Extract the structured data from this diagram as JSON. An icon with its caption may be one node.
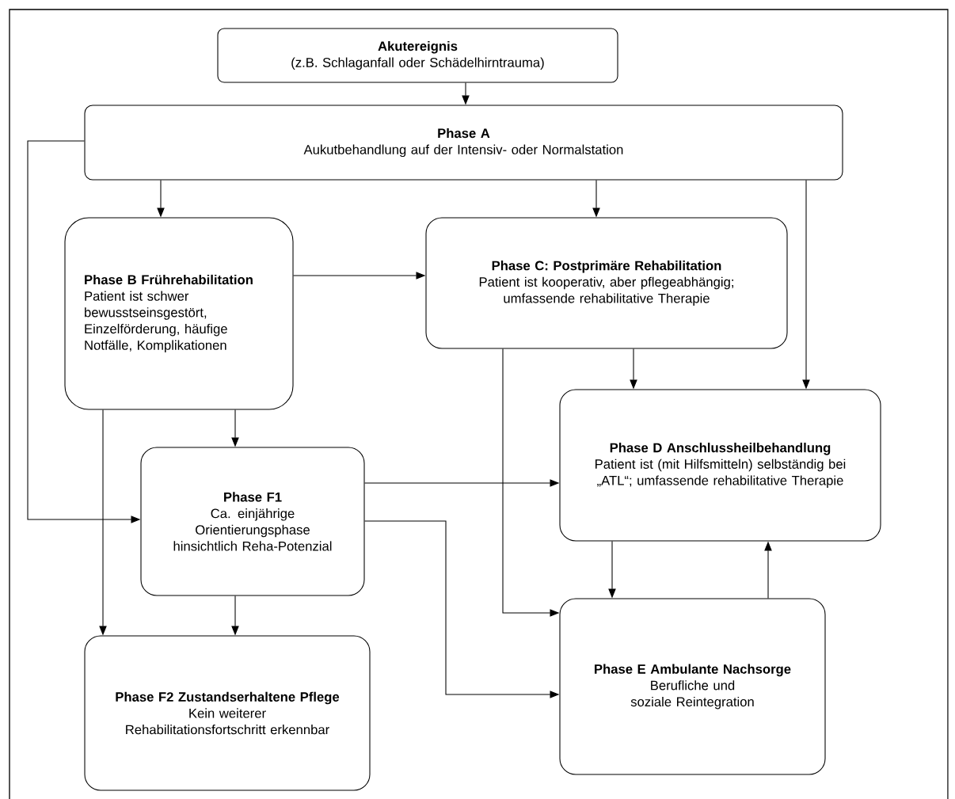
{
  "diagram": {
    "nodes": [
      {
        "text": [
          "Akutereignis",
          "(z.B. Schlaganfall oder Schädelhirntrauma)"
        ]
      },
      {
        "text": [
          "Phase A",
          "Aukutbehandlung auf der Intensiv- oder Normalstation"
        ]
      },
      {
        "text": [
          "Phase B Frührehabilitation",
          "Patient ist schwer bewusstseinsgestört, Einzelförderung, häufige Notfälle, Komplikationen"
        ]
      },
      {
        "text": [
          "Phase C: Postprimäre Rehabilitation",
          "Patient ist kooperativ, aber pflegeabhängig; umfassende rehabilitative Therapie"
        ]
      },
      {
        "text": [
          "Phase D Anschlussheilbehandlung",
          "Patient ist (mit Hilfsmitteln) selbständig bei „ATL“; umfassende rehabilitative Therapie"
        ]
      },
      {
        "text": [
          "Phase F1",
          "Ca. einjährige Orientierungsphase hinsichtlich Reha-Potenzial"
        ]
      },
      {
        "text": [
          "Phase E Ambulante Nachsorge",
          "Berufliche und soziale Reintegration"
        ]
      },
      {
        "text": [
          "Phase F2 Zustandserhaltene Pflege",
          "Kein weiterer Rehabilitationsfortschritt erkennbar"
        ]
      }
    ],
    "edges": [
      {
        "from": 0,
        "to": 1,
        "arrow": "to"
      },
      {
        "from": 1,
        "to": 2,
        "arrow": "to"
      },
      {
        "from": 1,
        "to": 3,
        "arrow": "to"
      },
      {
        "from": 1,
        "to": 4,
        "arrow": "to"
      },
      {
        "from": 1,
        "to": 5,
        "arrow": "to"
      },
      {
        "from": 2,
        "to": 3,
        "arrow": "to"
      },
      {
        "from": 2,
        "to": 5,
        "arrow": "to"
      },
      {
        "from": 2,
        "to": 7,
        "arrow": "to"
      },
      {
        "from": 3,
        "to": 4,
        "arrow": "to"
      },
      {
        "from": 3,
        "to": 6,
        "arrow": "to"
      },
      {
        "from": 5,
        "to": 4,
        "arrow": "to"
      },
      {
        "from": 5,
        "to": 7,
        "arrow": "to"
      },
      {
        "from": 5,
        "to": 6,
        "arrow": "to"
      },
      {
        "from": 4,
        "to": 6,
        "arrow": "to"
      },
      {
        "from": 6,
        "to": 4,
        "arrow": "to"
      }
    ]
  }
}
